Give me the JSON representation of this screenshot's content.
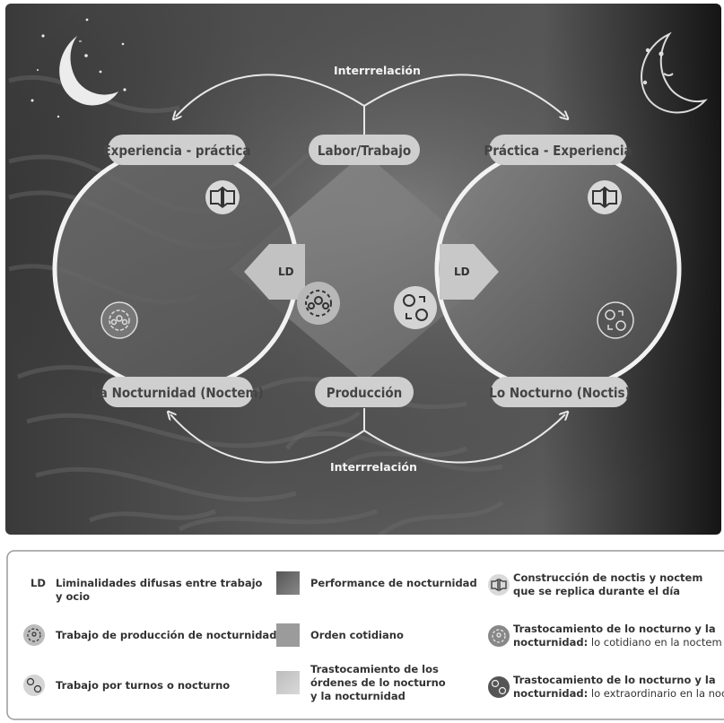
{
  "diagram": {
    "top_arrow_label": "Interrrelación",
    "bottom_arrow_label": "Interrrelación",
    "nodes": {
      "experiencia_practica": "Experiencia - práctica",
      "labor_trabajo": "Labor/Trabajo",
      "practica_experiencia": "Práctica - Experiencia",
      "la_nocturnidad": "La Nocturnidad (Noctem)",
      "produccion": "Producción",
      "lo_nocturno": "Lo Nocturno (Noctis)"
    },
    "ld_left": "LD",
    "ld_right": "LD"
  },
  "legend": {
    "col1": {
      "ld_symbol": "LD",
      "ld_line1": "Liminalidades difusas entre trabajo",
      "ld_line2": "y ocio",
      "production_label": "Trabajo de producción de nocturnidad",
      "shifts_label": "Trabajo por turnos o nocturno"
    },
    "col2": {
      "performance_label": "Performance de nocturnidad",
      "orden_label": "Orden cotidiano",
      "trastocamiento_line1": "Trastocamiento de los",
      "trastocamiento_line2": "órdenes de lo nocturno",
      "trastocamiento_line3": "y la nocturnidad"
    },
    "col3": {
      "construccion_line1": "Construcción de noctis y noctem",
      "construccion_line2": "que se replica durante el día",
      "cotidiano_line1": "Trastocamiento de lo nocturno y la",
      "cotidiano_bold": "nocturnidad:",
      "cotidiano_rest": " lo cotidiano en la noctem",
      "extra_line1": "Trastocamiento de lo nocturno y la",
      "extra_bold": "nocturnidad:",
      "extra_rest": " lo extraordinario en la noctis"
    }
  },
  "colors": {
    "background_dark": "#262626",
    "background_light": "#8a8a8a",
    "pill_fill": "#cfcfcf",
    "circle_stroke": "#f2f2f2",
    "legend_border": "#9a9a9a"
  }
}
